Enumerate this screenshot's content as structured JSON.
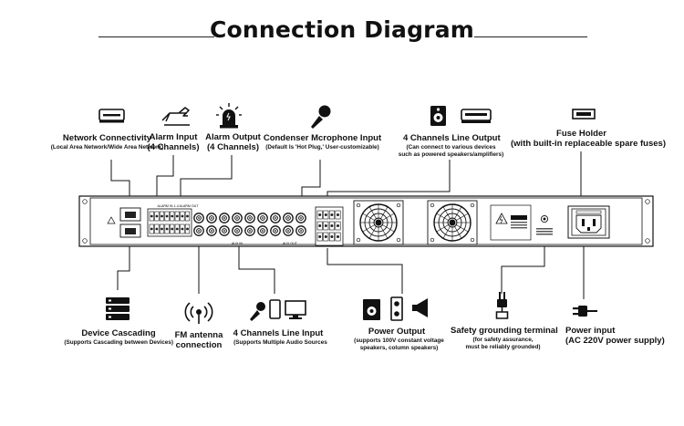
{
  "title": "Connection Diagram",
  "top_labels": {
    "network": {
      "title": "Network Connectivity",
      "sub": "(Local Area Network/Wide Area Network)"
    },
    "alarm_input": {
      "title": "Alarm Input",
      "sub": "(4 Channels)"
    },
    "alarm_output": {
      "title": "Alarm Output",
      "sub": "(4 Channels)"
    },
    "mic_input": {
      "title": "Condenser Mcrophone Input",
      "sub": "(Default Is 'Hot Plug,' User-customizable)"
    },
    "line_output": {
      "title": "4 Channels Line Output",
      "sub1": "(Can connect to various devices",
      "sub2": "such as powered speakers/amplifiers)"
    },
    "fuse_holder": {
      "title": "Fuse Holder",
      "sub": "(with built-in replaceable spare fuses)"
    }
  },
  "bottom_labels": {
    "cascading": {
      "title": "Device Cascading",
      "sub": "(Supports Cascading between Devices)"
    },
    "fm_antenna": {
      "title1": "FM antenna",
      "title2": "connection"
    },
    "line_input": {
      "title": "4 Channels Line Input",
      "sub": "(Supports Multiple Audio Sources"
    },
    "power_output": {
      "title": "Power Output",
      "sub1": "(supports 100V constant voltage",
      "sub2": "speakers, column speakers)"
    },
    "grounding": {
      "title": "Safety grounding terminal",
      "sub1": "(for safety assurance,",
      "sub2": "must be reliably grounded)"
    },
    "power_input": {
      "title": "Power input",
      "sub": "(AC 220V power supply)"
    }
  },
  "panel_text": {
    "alarm_header": "ALARM IN 1-4  ALARM OUT",
    "line_out_header": "AUX OUT",
    "line_in_label": "AUX IN"
  },
  "icons": [
    "router-icon",
    "alarm-hand-icon",
    "siren-icon",
    "microphone-icon",
    "speaker-icon",
    "amplifier-icon",
    "fuse-icon",
    "server-stack-icon",
    "antenna-icon",
    "mic-tablet-monitor-icon",
    "speakers-horn-icon",
    "ground-plug-icon",
    "power-plug-icon"
  ]
}
